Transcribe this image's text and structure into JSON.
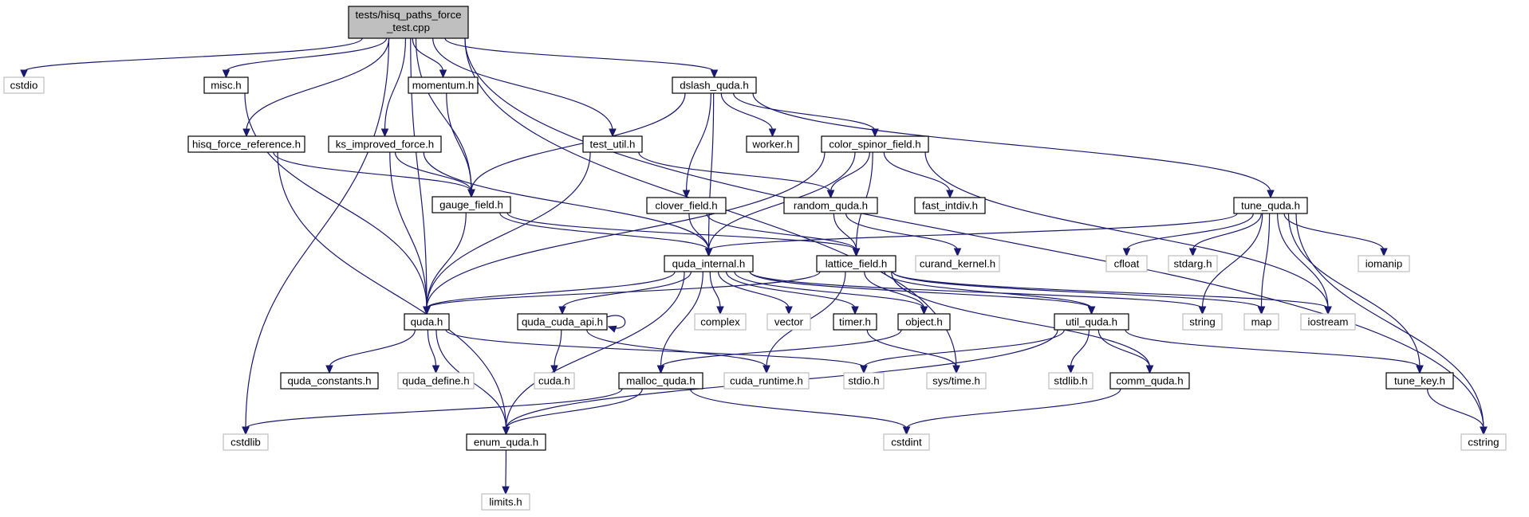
{
  "graph": {
    "title_lines": [
      "tests/hisq_paths_force",
      "_test.cpp"
    ],
    "nodes": {
      "root": "tests/hisq_paths_force_test.cpp",
      "cstdio": "cstdio",
      "misc": "misc.h",
      "hisqref": "hisq_force_reference.h",
      "ksimp": "ks_improved_force.h",
      "momentum": "momentum.h",
      "gauge": "gauge_field.h",
      "testutil": "test_util.h",
      "dslash": "dslash_quda.h",
      "worker": "worker.h",
      "colorspinor": "color_spinor_field.h",
      "clover": "clover_field.h",
      "random": "random_quda.h",
      "fastintdiv": "fast_intdiv.h",
      "tune": "tune_quda.h",
      "quda_internal": "quda_internal.h",
      "lattice": "lattice_field.h",
      "curand": "curand_kernel.h",
      "cfloat": "cfloat",
      "stdarg": "stdarg.h",
      "iomanip": "iomanip",
      "quda": "quda.h",
      "cudaapi": "quda_cuda_api.h",
      "complex": "complex",
      "vector": "vector",
      "timer": "timer.h",
      "object": "object.h",
      "utilquda": "util_quda.h",
      "string": "string",
      "map": "map",
      "iostream": "iostream",
      "qconst": "quda_constants.h",
      "qdefine": "quda_define.h",
      "cudah": "cuda.h",
      "malloc": "malloc_quda.h",
      "cudaruntime": "cuda_runtime.h",
      "stdioh": "stdio.h",
      "systime": "sys/time.h",
      "stdlib": "stdlib.h",
      "comm": "comm_quda.h",
      "tunekey": "tune_key.h",
      "cstdlib": "cstdlib",
      "enum": "enum_quda.h",
      "cstdint": "cstdint",
      "cstring": "cstring",
      "limits": "limits.h"
    },
    "edge_color": "#191970",
    "system_border_color": "#bfbfbf",
    "root_fill_color": "#bfbfbf"
  }
}
